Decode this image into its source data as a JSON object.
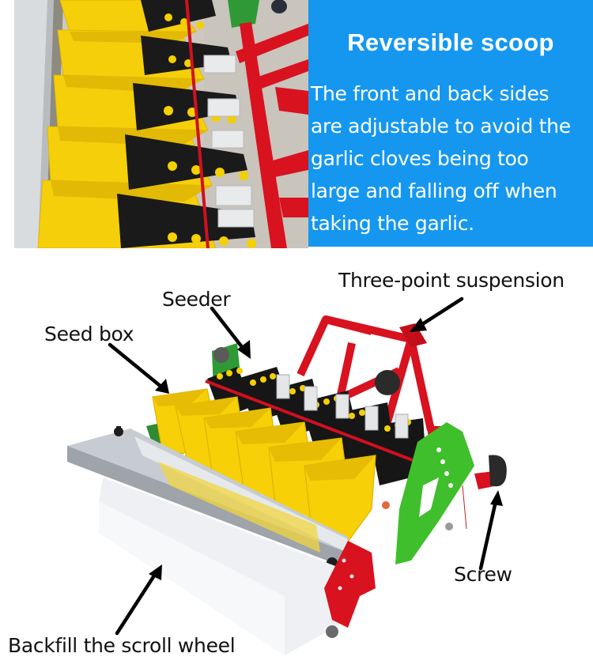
{
  "top_panel": {
    "title": "Reversible scoop",
    "description_lines": [
      "The front and back sides",
      "are adjustable to avoid the",
      "garlic cloves being too",
      "large and falling off when",
      "taking the garlic."
    ],
    "background_color": "#1597f0",
    "text_color": "#ffffff"
  },
  "photo_top": {
    "subject": "close-up of yellow seed boxes with seeding chains on red frame"
  },
  "diagram": {
    "subject": "garlic planter machine",
    "labels": {
      "suspension": "Three-point suspension",
      "seeder": "Seeder",
      "seed_box": "Seed box",
      "screw": "Screw",
      "backfill": "Backfill the scroll wheel"
    },
    "colors": {
      "seed_box": "#f7d008",
      "frame": "#d8121f",
      "side_plate": "#3fbf2b",
      "cover": "#c9cfd3",
      "roller": "#f2f3f5",
      "arrow": "#000000"
    }
  }
}
